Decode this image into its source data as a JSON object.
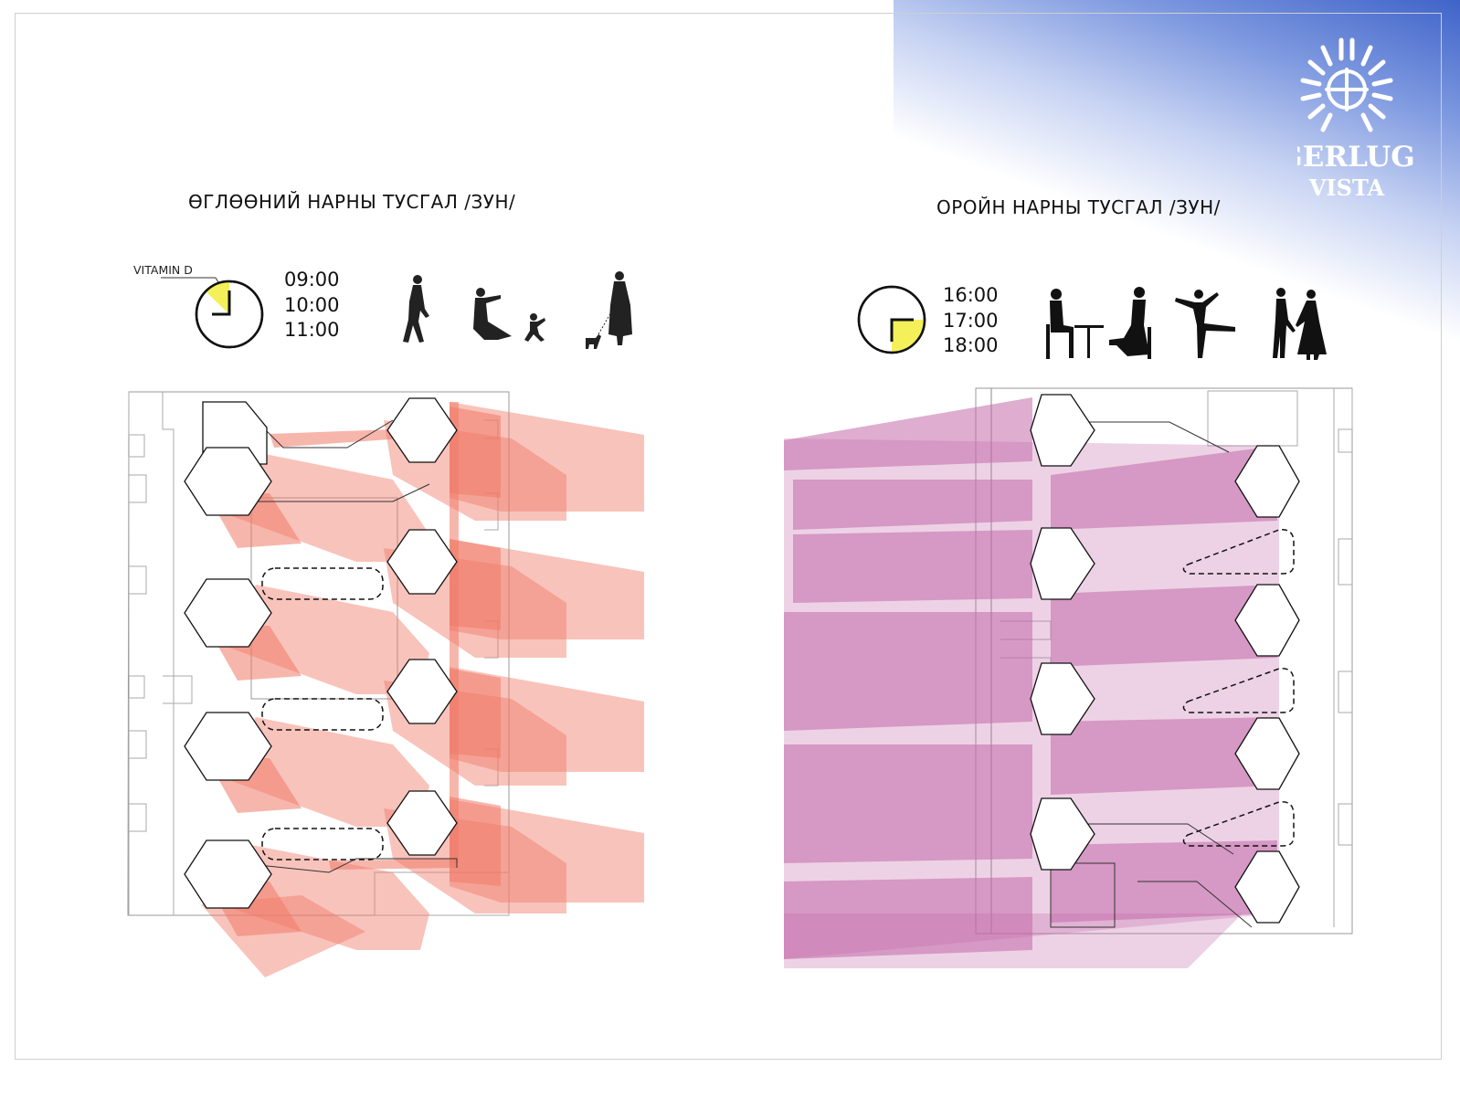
{
  "brand": {
    "name_line1": "GERLUG",
    "name_line2": "VISTA",
    "logo_icon": "sun-cross-emblem",
    "accent_color": "#4a6fd0"
  },
  "panels": [
    {
      "title": "ӨГЛӨӨНИЙ НАРНЫ ТУСГАЛ /ЗУН/",
      "clock_label": "VITAMIN D",
      "times": [
        "09:00",
        "10:00",
        "11:00"
      ],
      "activity_icons": [
        "walking-person-icon",
        "playing-with-child-icon",
        "walking-dog-icon"
      ],
      "shadow_color": "#f07a68"
    },
    {
      "title": "ОРОЙН НАРНЫ ТУСГАЛ /ЗУН/",
      "times": [
        "16:00",
        "17:00",
        "18:00"
      ],
      "activity_icons": [
        "cafe-table-icon",
        "dancing-person-icon",
        "couple-icon"
      ],
      "shadow_color": "#c26aa9"
    }
  ]
}
